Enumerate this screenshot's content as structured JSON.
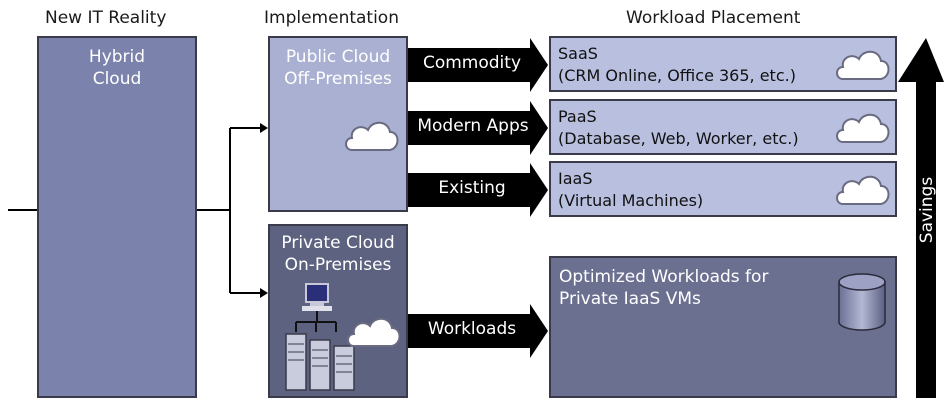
{
  "headings": {
    "reality": "New IT Reality",
    "implementation": "Implementation",
    "placement": "Workload Placement"
  },
  "hybrid": {
    "line1": "Hybrid",
    "line2": "Cloud"
  },
  "public_cloud": {
    "line1": "Public Cloud",
    "line2": "Off-Premises"
  },
  "private_cloud": {
    "line1": "Private Cloud",
    "line2": "On-Premises"
  },
  "arrows": {
    "commodity": "Commodity",
    "modern_apps": "Modern Apps",
    "existing": "Existing",
    "workloads": "Workloads"
  },
  "workloads": {
    "saas": {
      "title": "SaaS",
      "detail": "(CRM Online, Office 365, etc.)"
    },
    "paas": {
      "title": "PaaS",
      "detail": "(Database, Web, Worker, etc.)"
    },
    "iaas": {
      "title": "IaaS",
      "detail": "(Virtual Machines)"
    },
    "private_vms": {
      "line1": "Optimized Workloads for",
      "line2": "Private IaaS VMs"
    }
  },
  "savings": "Savings",
  "colors": {
    "hybrid_fill": "#7b82ab",
    "public_fill": "#a9b0d2",
    "workload_fill": "#b9bfdf",
    "private_fill": "#5d6280",
    "optimized_fill": "#6b7090",
    "border": "#3a3a4a"
  }
}
